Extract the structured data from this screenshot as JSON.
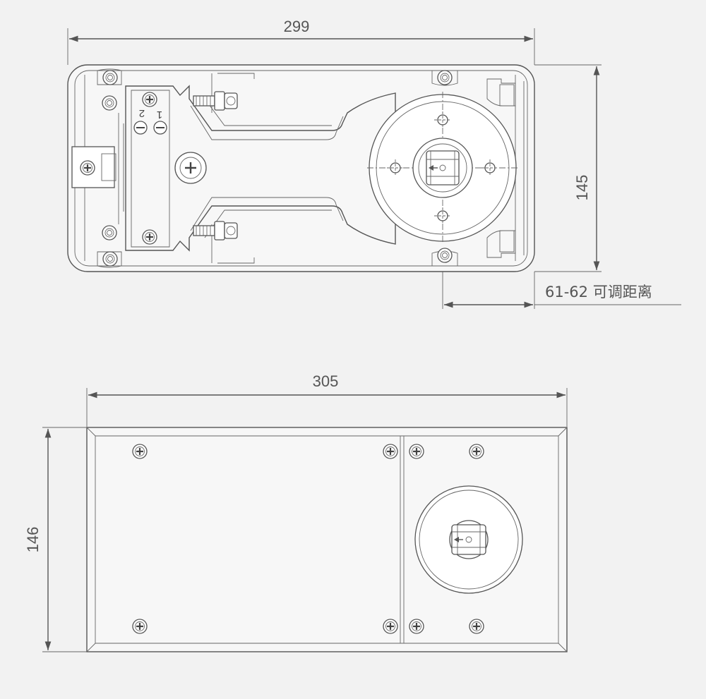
{
  "top_view": {
    "dim_length": "299",
    "dim_width": "145",
    "dim_adjust": "61-62 可调距离",
    "switch_labels": [
      "1",
      "2"
    ]
  },
  "bottom_view": {
    "dim_length": "305",
    "dim_width": "146"
  },
  "colors": {
    "background": "#f2f2f2",
    "line": "#555555"
  }
}
